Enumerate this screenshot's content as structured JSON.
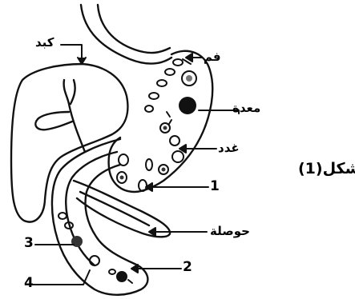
{
  "diagram": {
    "caption": "(1)شكل",
    "labels": {
      "liver": "كبد",
      "stomach": "معدة",
      "mouth_parts": "فم",
      "glands": "غدد",
      "crop": "حوصلة",
      "pointer_1": "1",
      "pointer_2": "2",
      "pointer_3": "3",
      "pointer_4": "4"
    }
  }
}
